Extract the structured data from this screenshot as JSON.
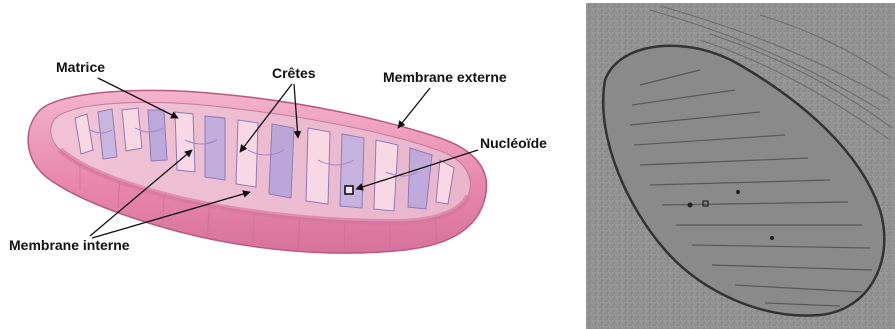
{
  "diagram": {
    "labels": {
      "matrice": "Matrice",
      "cretes": "Crêtes",
      "membrane_externe": "Membrane externe",
      "nucleoide": "Nucléoïde",
      "membrane_interne": "Membrane interne"
    }
  },
  "colors": {
    "membrane_outer": "#e98fb2",
    "membrane_outer_dark": "#d9709a",
    "inner_cavity": "#f3c9d8",
    "cristae": "#f7d8e4",
    "cristae_shadow": "#b9a7d6",
    "micrograph": "#8f8f8f"
  }
}
